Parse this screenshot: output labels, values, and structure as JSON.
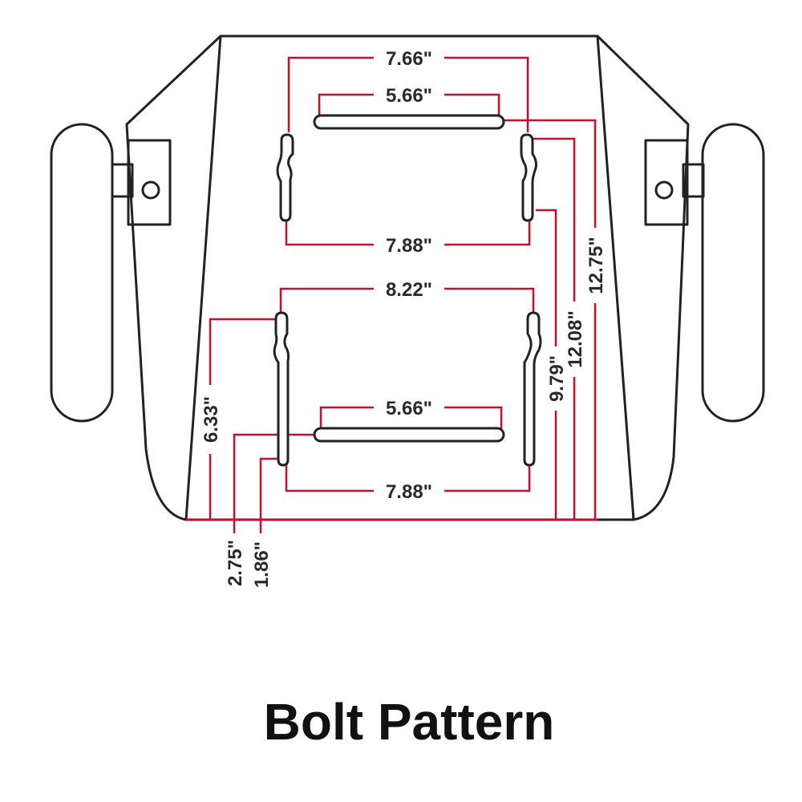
{
  "title": "Bolt Pattern",
  "colors": {
    "dimension_line": "#c8102e",
    "outline": "#222222",
    "text": "#2a2a2a"
  },
  "dimensions": {
    "top_outer_width": "7.66\"",
    "top_slot_width": "5.66\"",
    "top_bottom_width": "7.88\"",
    "bottom_outer_width": "8.22\"",
    "bottom_slot_width": "5.66\"",
    "bottom_bottom_width": "7.88\"",
    "left_height": "6.33\"",
    "left_offset_a": "2.75\"",
    "left_offset_b": "1.86\"",
    "right_height_a": "9.79\"",
    "right_height_b": "12.08\"",
    "right_height_c": "12.75\""
  }
}
